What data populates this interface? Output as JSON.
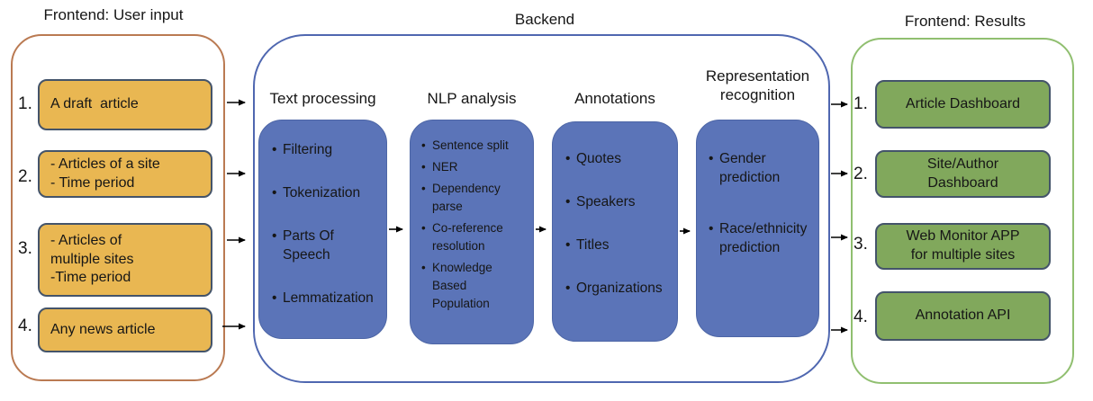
{
  "input": {
    "title": "Frontend: User input",
    "items": [
      {
        "num": "1.",
        "text": "A draft  article"
      },
      {
        "num": "2.",
        "text": "- Articles of a site\n- Time period"
      },
      {
        "num": "3.",
        "text": "- Articles of\nmultiple sites\n-Time period"
      },
      {
        "num": "4.",
        "text": "Any news article"
      }
    ]
  },
  "backend": {
    "title": "Backend",
    "stages": [
      {
        "header": "Text processing",
        "bullets": [
          "Filtering",
          "Tokenization",
          "Parts Of\nSpeech",
          "Lemmatization"
        ]
      },
      {
        "header": "NLP analysis",
        "bullets": [
          "Sentence split",
          "NER",
          "Dependency\nparse",
          "Co-reference\nresolution",
          "Knowledge\nBased\nPopulation"
        ]
      },
      {
        "header": "Annotations",
        "bullets": [
          "Quotes",
          "Speakers",
          "Titles",
          "Organizations"
        ]
      },
      {
        "header": "Representation\nrecognition",
        "bullets": [
          "Gender\nprediction",
          "Race/ethnicity\nprediction"
        ]
      }
    ]
  },
  "results": {
    "title": "Frontend: Results",
    "items": [
      {
        "num": "1.",
        "text": "Article Dashboard"
      },
      {
        "num": "2.",
        "text": "Site/Author\nDashboard"
      },
      {
        "num": "3.",
        "text": "Web Monitor APP\nfor multiple sites"
      },
      {
        "num": "4.",
        "text": "Annotation API"
      }
    ]
  },
  "colors": {
    "input_box_fill": "#E9B752",
    "input_box_border": "#44546A",
    "input_panel_border": "#BA7A52",
    "backend_box_fill": "#5B74B8",
    "backend_panel_border": "#4F67B0",
    "result_box_fill": "#81A85C",
    "result_box_border": "#44546A",
    "result_panel_border": "#90BF70",
    "arrow_color": "#000000",
    "text_color": "#161616"
  }
}
